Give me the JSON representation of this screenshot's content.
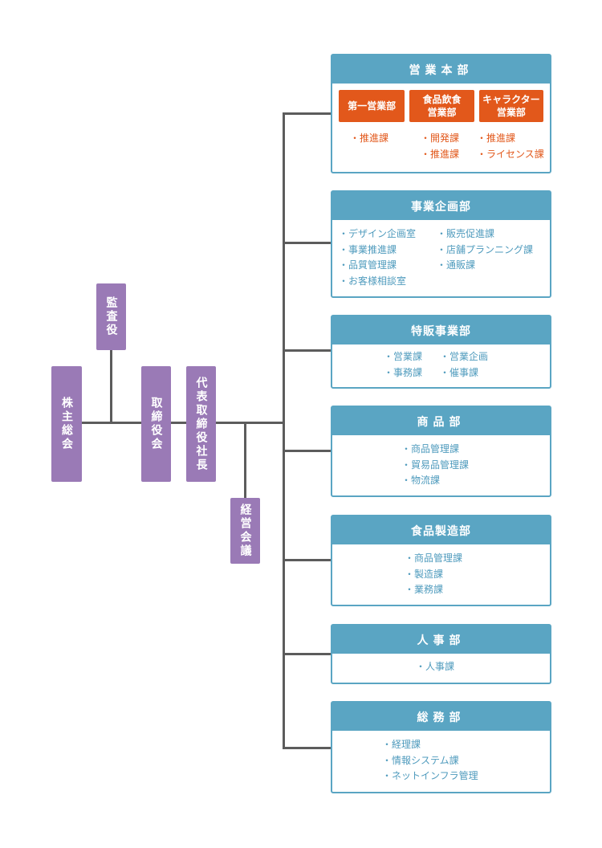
{
  "top_nodes": {
    "shareholders": "株主総会",
    "auditor": "監査役",
    "board": "取締役会",
    "ceo": "代表取締役社長",
    "management_meeting": "経営会議"
  },
  "departments": {
    "sales_hq": {
      "title": "営業本部",
      "subs": [
        {
          "name_line1": "第一営業部",
          "name_line2": "",
          "sections": [
            "推進課"
          ]
        },
        {
          "name_line1": "食品飲食",
          "name_line2": "営業部",
          "sections": [
            "開発課",
            "推進課"
          ]
        },
        {
          "name_line1": "キャラクター",
          "name_line2": "営業部",
          "sections": [
            "推進課",
            "ライセンス課"
          ]
        }
      ]
    },
    "planning": {
      "title": "事業企画部",
      "left": [
        "デザイン企画室",
        "事業推進課",
        "品質管理課",
        "お客様相談室"
      ],
      "right": [
        "販売促進課",
        "店舗プランニング課",
        "通販課"
      ]
    },
    "special_sales": {
      "title": "特販事業部",
      "left": [
        "営業課",
        "事務課"
      ],
      "right": [
        "営業企画",
        "催事課"
      ]
    },
    "products": {
      "title": "商品部",
      "items": [
        "商品管理課",
        "貿易品管理課",
        "物流課"
      ]
    },
    "food_mfg": {
      "title": "食品製造部",
      "items": [
        "商品管理課",
        "製造課",
        "業務課"
      ]
    },
    "hr": {
      "title": "人事部",
      "items": [
        "人事課"
      ]
    },
    "general": {
      "title": "総務部",
      "items": [
        "経理課",
        "情報システム課",
        "ネットインフラ管理"
      ]
    }
  },
  "colors": {
    "executive": "#9a7ab6",
    "department": "#5aa5c3",
    "sub_department": "#e2581b",
    "connector": "#5c5c5c"
  }
}
